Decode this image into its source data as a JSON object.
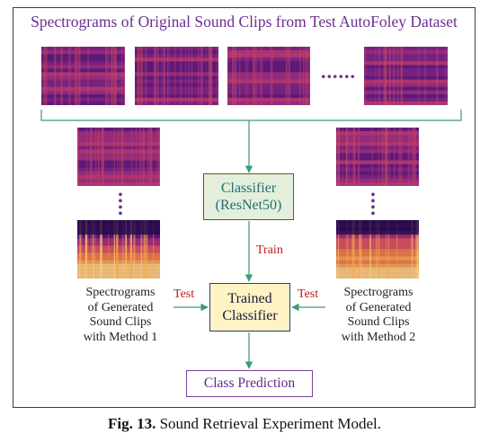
{
  "title": "Spectrograms of Original Sound Clips from Test AutoFoley Dataset",
  "ellipsis_h": "......",
  "classifier": {
    "line1": "Classifier",
    "line2": "(ResNet50)"
  },
  "train_label": "Train",
  "trained": {
    "line1": "Trained",
    "line2": "Classifier"
  },
  "test_label_left": "Test",
  "test_label_right": "Test",
  "left_text": [
    "Spectrograms",
    "of Generated",
    "Sound Clips",
    "with Method 1"
  ],
  "right_text": [
    "Spectrograms",
    "of Generated",
    "Sound Clips",
    "with Method 2"
  ],
  "prediction": "Class Prediction",
  "caption": {
    "label": "Fig. 13.",
    "text": " Sound Retrieval Experiment Model."
  },
  "colors": {
    "title": "#6b2f8e",
    "arrow": "#3a9a7a",
    "classifier_fill": "#e3efda",
    "trained_fill": "#fff3c4",
    "test_train_label": "#c41a1a"
  }
}
